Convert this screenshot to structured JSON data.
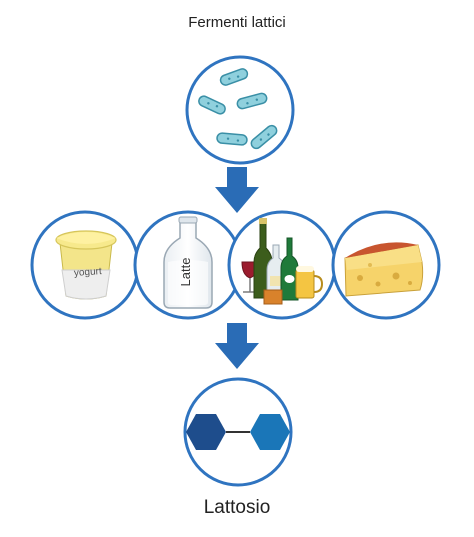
{
  "diagram": {
    "top_label": "Fermenti lattici",
    "bottom_label": "Lattosio",
    "accent_color": "#2f74c0",
    "arrow_color": "#2a6cb6",
    "circle_border_color": "#2f74c0",
    "foods": [
      {
        "name": "yogurt",
        "label": "yogurt",
        "icon": "yogurt-cup-icon"
      },
      {
        "name": "latte",
        "label": "Latte",
        "icon": "milk-bottle-icon"
      },
      {
        "name": "bevande",
        "label": "",
        "icon": "bottles-and-glasses-icon"
      },
      {
        "name": "formaggio",
        "label": "",
        "icon": "cheese-wedge-icon"
      }
    ],
    "molecule": {
      "icon": "disaccharide-icon",
      "left_color": "#1e4d8c",
      "right_color": "#1a76b8"
    }
  }
}
